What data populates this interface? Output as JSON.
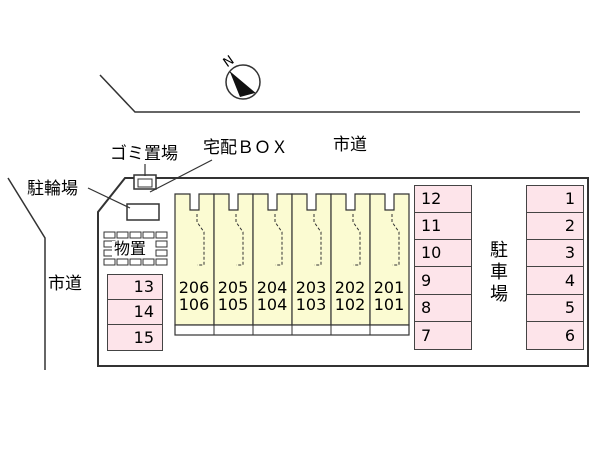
{
  "labels": {
    "road_top": "市道",
    "road_left": "市道",
    "garbage": "ゴミ置場",
    "delivery_box": "宅配ＢＯＸ",
    "bicycle": "駐輪場",
    "storage": "物置",
    "parking_chars": [
      "駐",
      "車",
      "場"
    ]
  },
  "north_mark": "N",
  "parking_left": [
    "13",
    "14",
    "15"
  ],
  "parking_middle": [
    "12",
    "11",
    "10",
    "9",
    "8",
    "7"
  ],
  "parking_right": [
    "1",
    "2",
    "3",
    "4",
    "5",
    "6"
  ],
  "units": [
    {
      "upper": "206",
      "lower": "106"
    },
    {
      "upper": "205",
      "lower": "105"
    },
    {
      "upper": "204",
      "lower": "104"
    },
    {
      "upper": "203",
      "lower": "103"
    },
    {
      "upper": "202",
      "lower": "102"
    },
    {
      "upper": "201",
      "lower": "101"
    }
  ],
  "colors": {
    "parking_fill": "#fde4ea",
    "building_fill": "#fbfbd2",
    "site_fill": "#ffffff",
    "stroke": "#333333"
  }
}
